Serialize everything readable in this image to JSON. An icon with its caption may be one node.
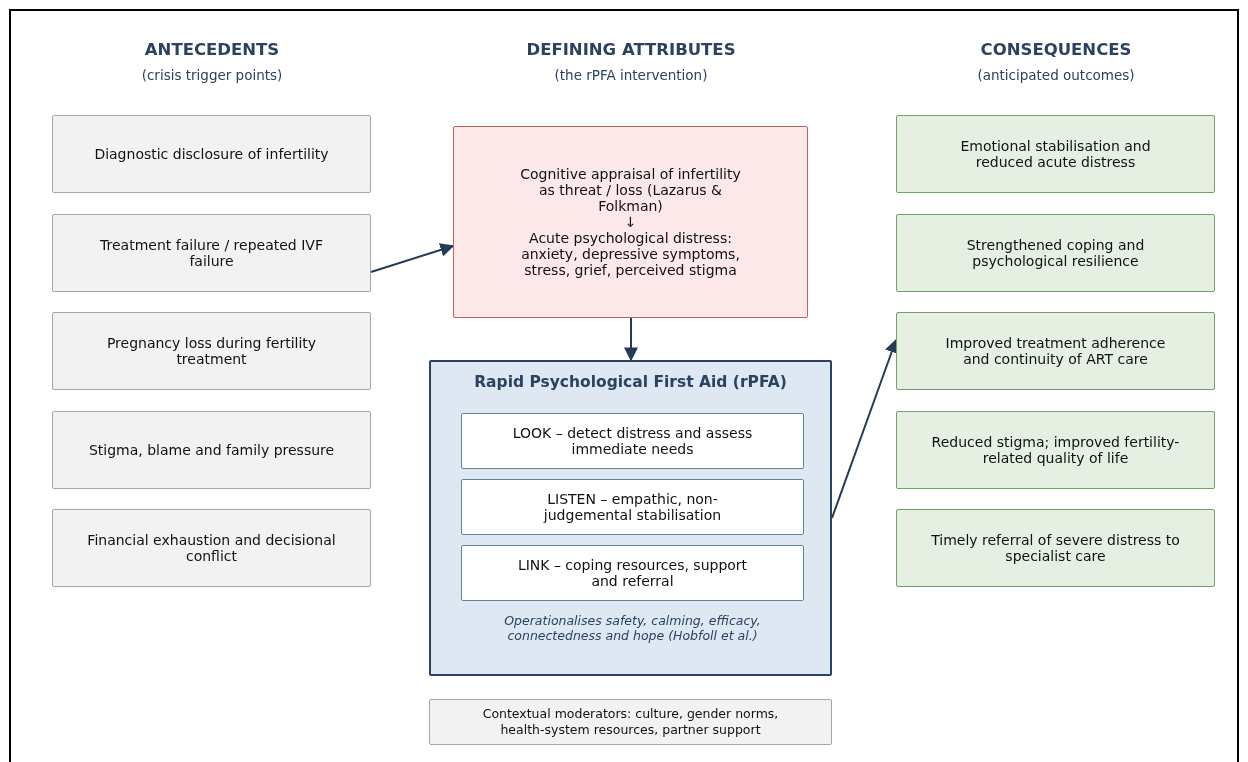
{
  "diagram": {
    "nodes": [
      {
        "text": [
          "Diagnostic disclosure of infertility"
        ]
      },
      {
        "text": [
          "Treatment failure / repeated IVF failure"
        ]
      },
      {
        "text": [
          "Pregnancy loss during fertility treatment"
        ]
      },
      {
        "text": [
          "Stigma, blame and family pressure"
        ]
      },
      {
        "text": [
          "Financial exhaustion and decisional conflict"
        ]
      },
      {
        "text": [
          "Cognitive appraisal of infertility as threat / loss (Lazarus & Folkman)",
          "↓",
          "Acute psychological distress: anxiety, depressive symptoms, stress, grief, perceived stigma"
        ]
      },
      {
        "text": [
          "Rapid Psychological First Aid (rPFA)",
          "Operationalises safety, calming, efficacy, connectedness and hope (Hobfoll et al.)"
        ]
      },
      {
        "text": [
          "LOOK – detect distress and assess immediate needs"
        ],
        "in": 6
      },
      {
        "text": [
          "LISTEN – empathic, non-judgemental stabilisation"
        ],
        "in": 6
      },
      {
        "text": [
          "LINK – coping resources, support and referral"
        ],
        "in": 6
      },
      {
        "text": [
          "Contextual moderators: culture, gender norms, health-system resources, partner support"
        ]
      },
      {
        "text": [
          "Emotional stabilisation and reduced acute distress"
        ]
      },
      {
        "text": [
          "Strengthened coping and psychological resilience"
        ]
      },
      {
        "text": [
          "Improved treatment adherence and continuity of ART care"
        ]
      },
      {
        "text": [
          "Reduced stigma; improved fertility-related quality of life"
        ]
      },
      {
        "text": [
          "Timely referral of severe distress to specialist care"
        ]
      }
    ],
    "edges": [
      {
        "from": 1,
        "to": 5,
        "arrow": "to"
      },
      {
        "from": 5,
        "to": 6,
        "arrow": "to"
      },
      {
        "from": 6,
        "to": 13,
        "arrow": "to"
      }
    ],
    "labels": [
      "ANTECEDENTS",
      "DEFINING ATTRIBUTES",
      "CONSEQUENCES",
      "(crisis trigger points)",
      "(the rPFA intervention)",
      "(anticipated outcomes)"
    ]
  }
}
